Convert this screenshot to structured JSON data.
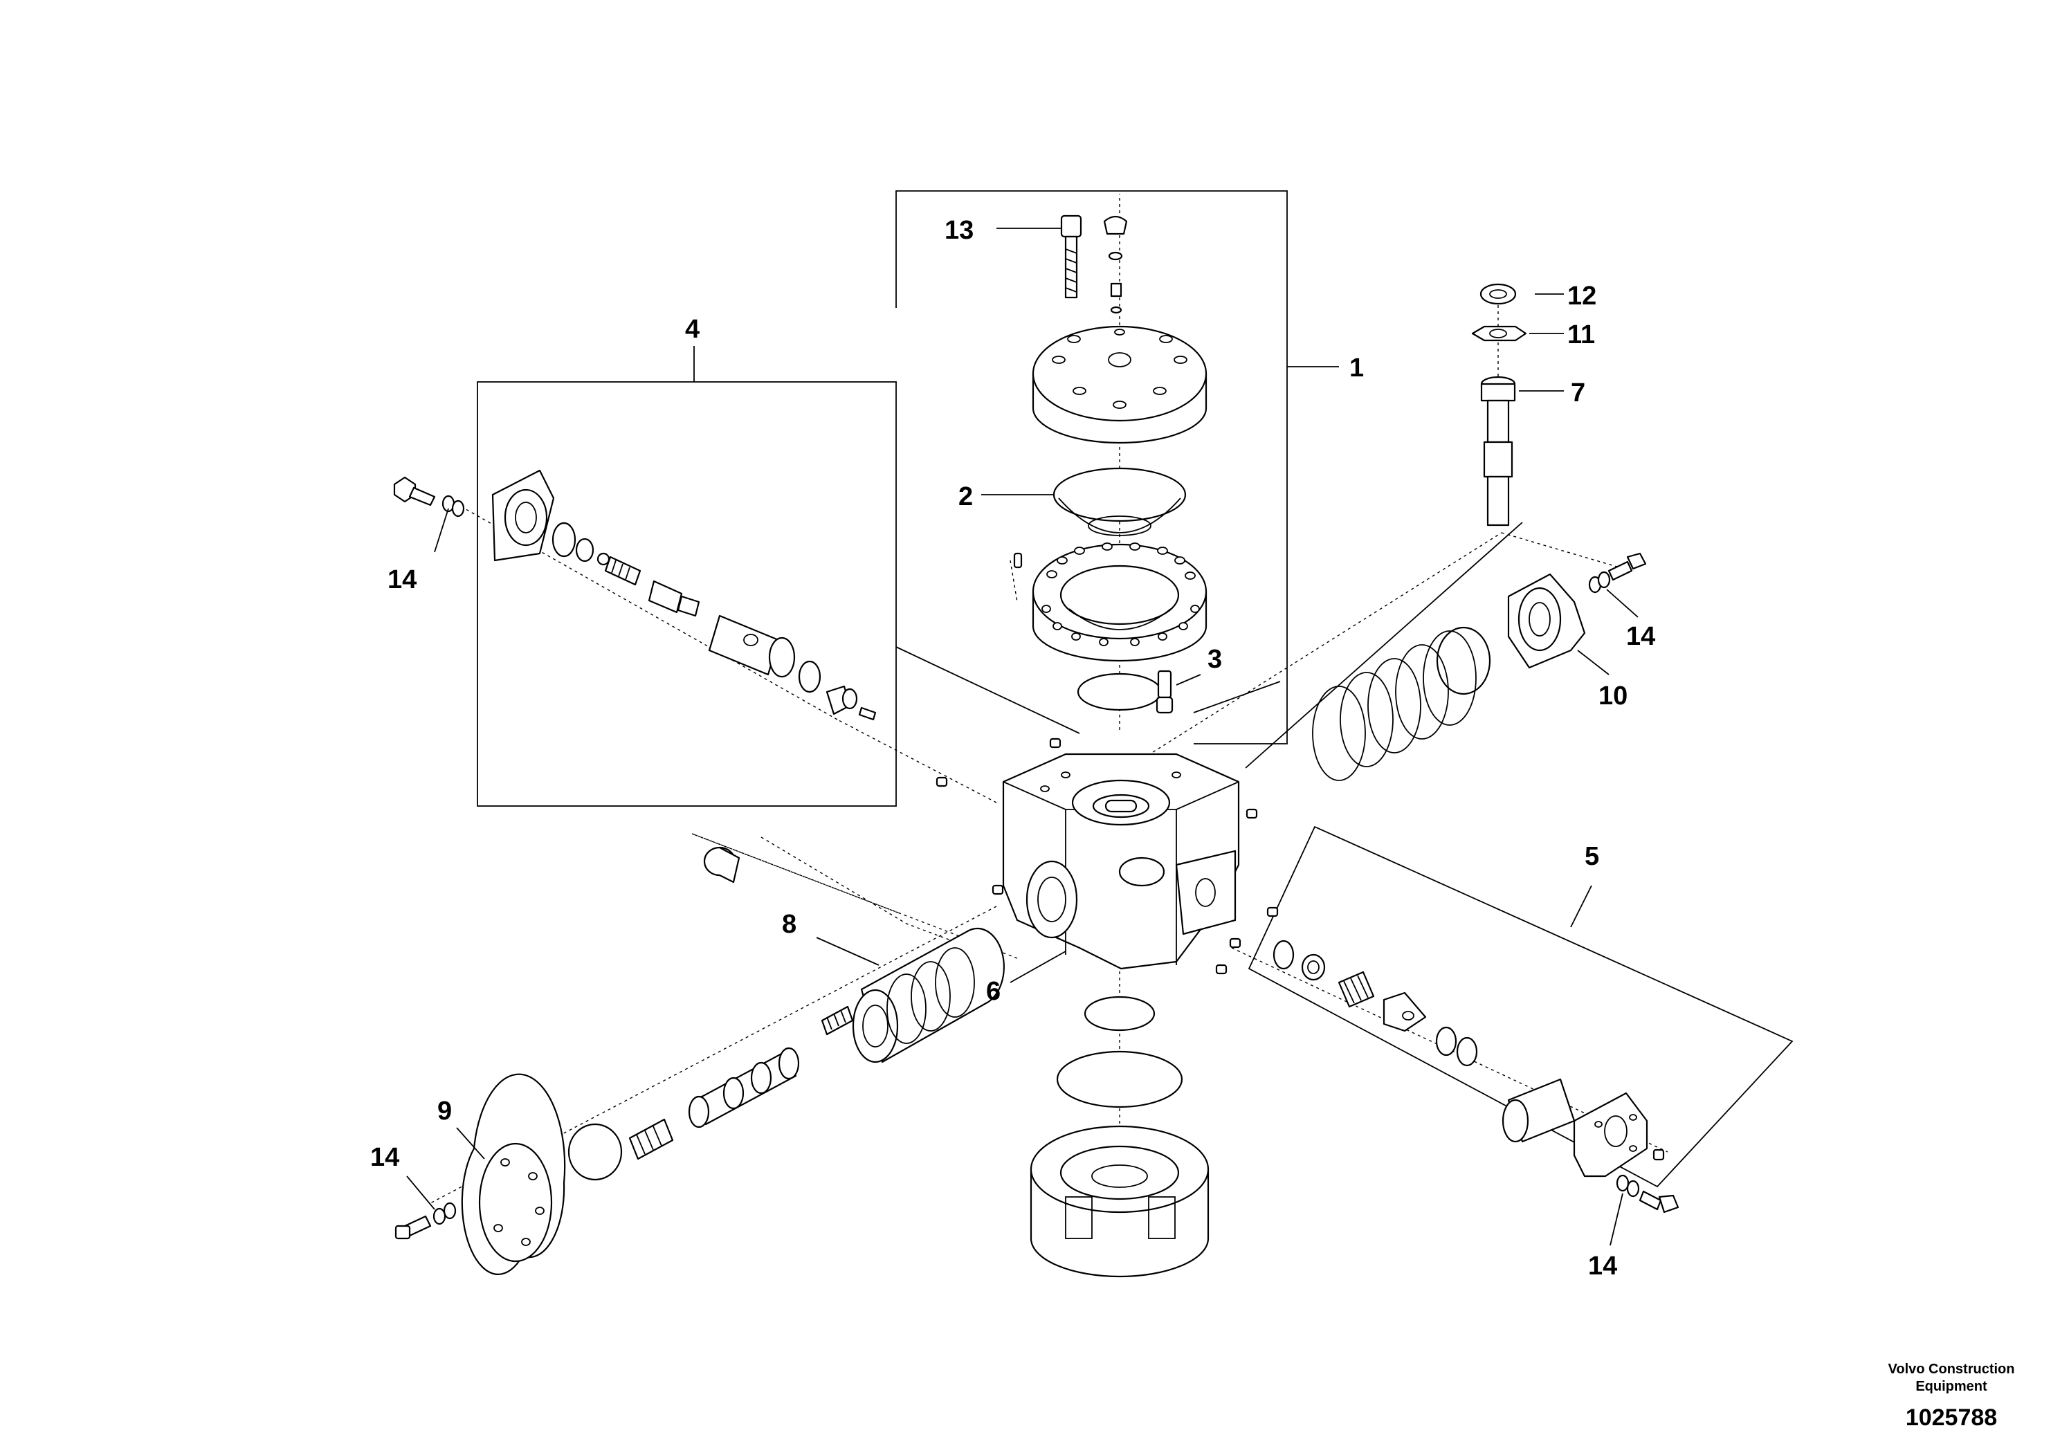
{
  "callouts": {
    "c1": "1",
    "c2": "2",
    "c3": "3",
    "c4": "4",
    "c5": "5",
    "c6": "6",
    "c7": "7",
    "c8": "8",
    "c9": "9",
    "c10": "10",
    "c11": "11",
    "c12": "12",
    "c13": "13",
    "c14a": "14",
    "c14b": "14",
    "c14c": "14",
    "c14d": "14"
  },
  "footer": {
    "brand_line1": "Volvo Construction",
    "brand_line2": "Equipment",
    "drawing_number": "1025788"
  }
}
